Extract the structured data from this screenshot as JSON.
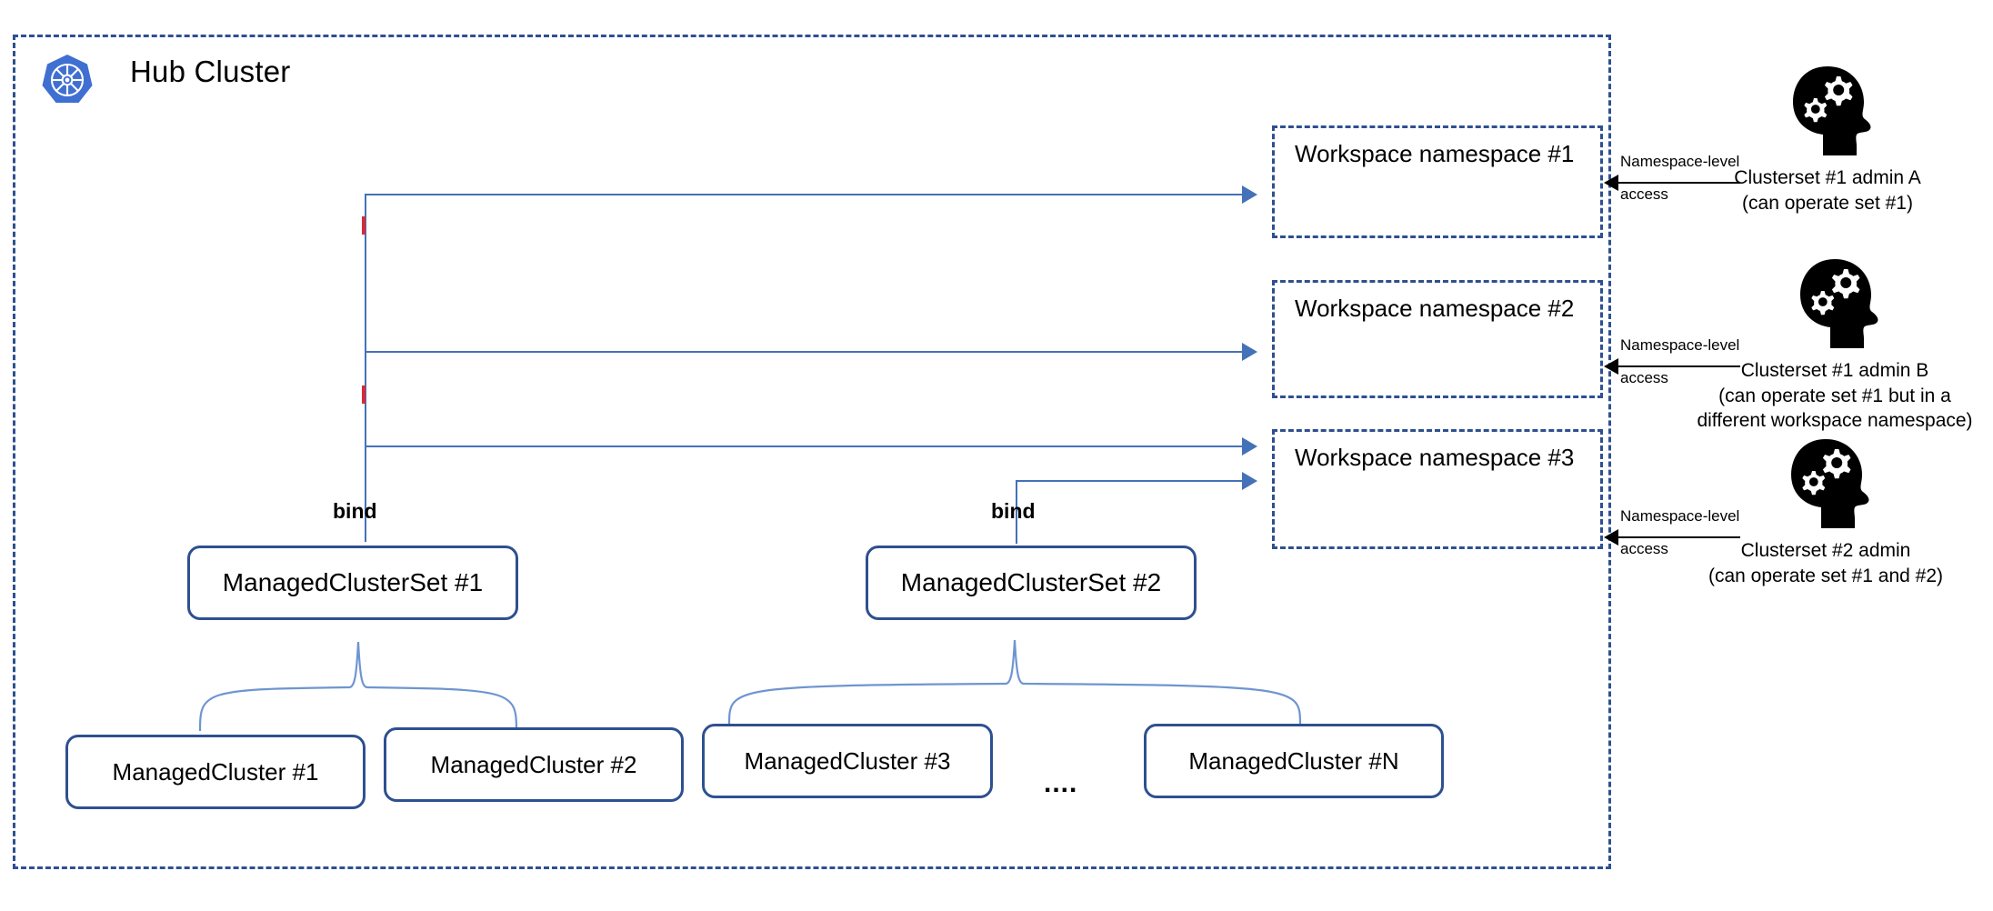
{
  "diagram": {
    "title": "Hub Cluster",
    "logo_icon": "kubernetes-icon",
    "colors": {
      "boundary": "#2e5090",
      "connector": "#4472b8",
      "accent_red": "#d52b3b",
      "text": "#000000",
      "k8s_blue": "#3f6fd1"
    }
  },
  "namespaces": [
    {
      "id": "ns1",
      "label": "Workspace namespace #1"
    },
    {
      "id": "ns2",
      "label": "Workspace namespace #2"
    },
    {
      "id": "ns3",
      "label": "Workspace namespace #3"
    }
  ],
  "cluster_sets": [
    {
      "id": "set1",
      "label": "ManagedClusterSet #1",
      "bind_label": "bind"
    },
    {
      "id": "set2",
      "label": "ManagedClusterSet #2",
      "bind_label": "bind"
    }
  ],
  "managed_clusters": [
    {
      "id": "mc1",
      "label": "ManagedCluster #1"
    },
    {
      "id": "mc2",
      "label": "ManagedCluster #2"
    },
    {
      "id": "mc3",
      "label": "ManagedCluster #3"
    },
    {
      "id": "mcN",
      "label": "ManagedCluster #N"
    }
  ],
  "ellipsis": "....",
  "access_arrows": [
    {
      "line1": "Namespace-level",
      "line2": "access"
    },
    {
      "line1": "Namespace-level",
      "line2": "access"
    },
    {
      "line1": "Namespace-level",
      "line2": "access"
    }
  ],
  "admins": [
    {
      "icon": "head-with-gears-icon",
      "name": "Clusterset #1 admin A",
      "detail_line1": "(can operate set #1)",
      "detail_line2": "",
      "detail_line3": ""
    },
    {
      "icon": "head-with-gears-icon",
      "name": "Clusterset #1 admin B",
      "detail_line1": "(can operate set #1 but in a",
      "detail_line2": "different workspace namespace)",
      "detail_line3": ""
    },
    {
      "icon": "head-with-gears-icon",
      "name": "Clusterset #2 admin",
      "detail_line1": "(can operate set #1 and #2)",
      "detail_line2": "",
      "detail_line3": ""
    }
  ]
}
